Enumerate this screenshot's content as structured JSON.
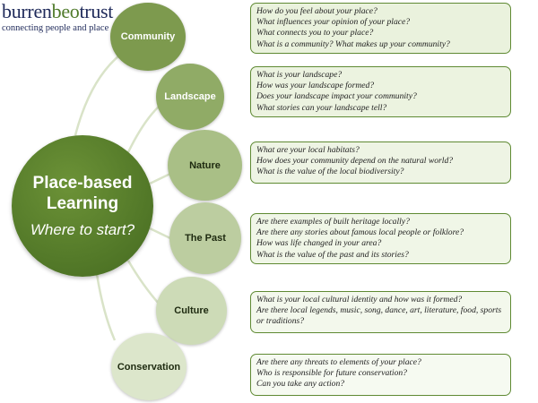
{
  "logo": {
    "name_part1": "burren",
    "name_part2": "beo",
    "name_part3": "trust",
    "tagline": "connecting people and place"
  },
  "center": {
    "title_line1": "Place-based",
    "title_line2": "Learning",
    "subtitle": "Where to start?"
  },
  "topics": [
    {
      "label": "Community",
      "questions": [
        "How do you feel about your place?",
        "What influences your opinion of your place?",
        "What connects you to your place?",
        "What is a community? What makes up your community?"
      ]
    },
    {
      "label": "Landscape",
      "questions": [
        "What is your landscape?",
        "How was your landscape formed?",
        "Does your landscape impact your community?",
        "What stories can your landscape tell?"
      ]
    },
    {
      "label": "Nature",
      "questions": [
        "What are your local habitats?",
        "How does your community depend on the natural world?",
        "What is the value of the local biodiversity?"
      ]
    },
    {
      "label": "The Past",
      "questions": [
        "Are there examples of built heritage locally?",
        "Are there any stories about famous local people or folklore?",
        "How was life changed in your area?",
        "What is the value of the past and its stories?"
      ]
    },
    {
      "label": "Culture",
      "questions": [
        "What is your local cultural identity and how was it formed?",
        "Are there local legends, music, song, dance, art, literature, food, sports or traditions?"
      ]
    },
    {
      "label": "Conservation",
      "questions": [
        "Are there any threats to elements of your place?",
        "Who is responsible for future conservation?",
        "Can you take any action?"
      ]
    }
  ],
  "colors": {
    "center_fill": "#547a29",
    "box_border": "#5f8a33",
    "topic_fills": [
      "#7d9a4e",
      "#90ab66",
      "#a9bf86",
      "#bccda0",
      "#cddbb7",
      "#dce6cb"
    ],
    "topic_text": [
      "#ffffff",
      "#ffffff",
      "#1e2a10",
      "#1e2a10",
      "#1e2a10",
      "#1e2a10"
    ],
    "box_fills": [
      "#eaf2dd",
      "#ecf3e0",
      "#eef4e4",
      "#f0f6e7",
      "#f3f8ec",
      "#f6faf1"
    ]
  }
}
